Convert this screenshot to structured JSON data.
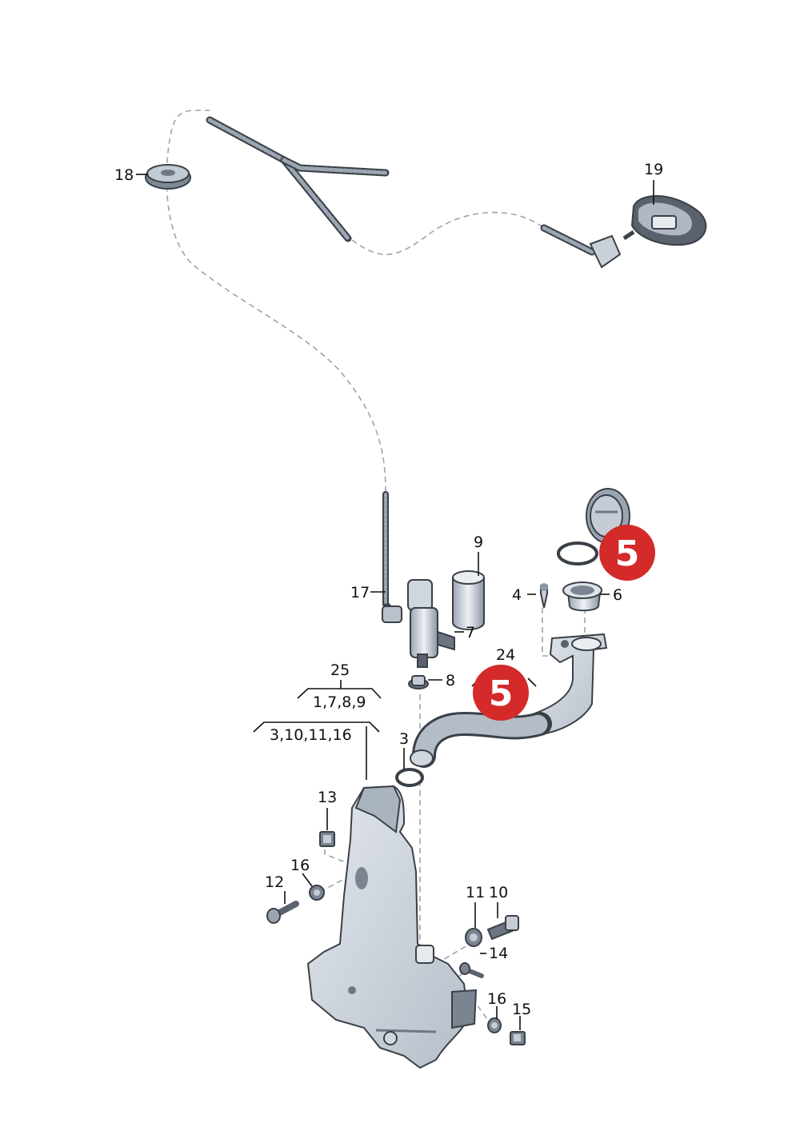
{
  "parts": [
    {
      "id": "p18",
      "label": "18"
    },
    {
      "id": "p19",
      "label": "19"
    },
    {
      "id": "p9",
      "label": "9"
    },
    {
      "id": "p17",
      "label": "17"
    },
    {
      "id": "p7",
      "label": "7"
    },
    {
      "id": "p8",
      "label": "8"
    },
    {
      "id": "p4",
      "label": "4"
    },
    {
      "id": "p6",
      "label": "6"
    },
    {
      "id": "p24",
      "label": "24"
    },
    {
      "id": "p3",
      "label": "3"
    },
    {
      "id": "p25",
      "label": "25"
    },
    {
      "id": "p13",
      "label": "13"
    },
    {
      "id": "p16a",
      "label": "16"
    },
    {
      "id": "p12",
      "label": "12"
    },
    {
      "id": "p11",
      "label": "11"
    },
    {
      "id": "p10",
      "label": "10"
    },
    {
      "id": "p14",
      "label": "14"
    },
    {
      "id": "p16b",
      "label": "16"
    },
    {
      "id": "p15",
      "label": "15"
    }
  ],
  "groups": [
    {
      "id": "g1",
      "label": "1,7,8,9"
    },
    {
      "id": "g2",
      "label": "3,10,11,16"
    }
  ],
  "badges": [
    {
      "id": "badge-top",
      "text": "5",
      "color": "#d42a2a"
    },
    {
      "id": "badge-mid",
      "text": "5",
      "color": "#d42a2a"
    }
  ],
  "colors": {
    "part_fill": "#d3d9e0",
    "part_dark": "#8d98a6",
    "hose": "#6c7580",
    "badge": "#d42a2a"
  }
}
